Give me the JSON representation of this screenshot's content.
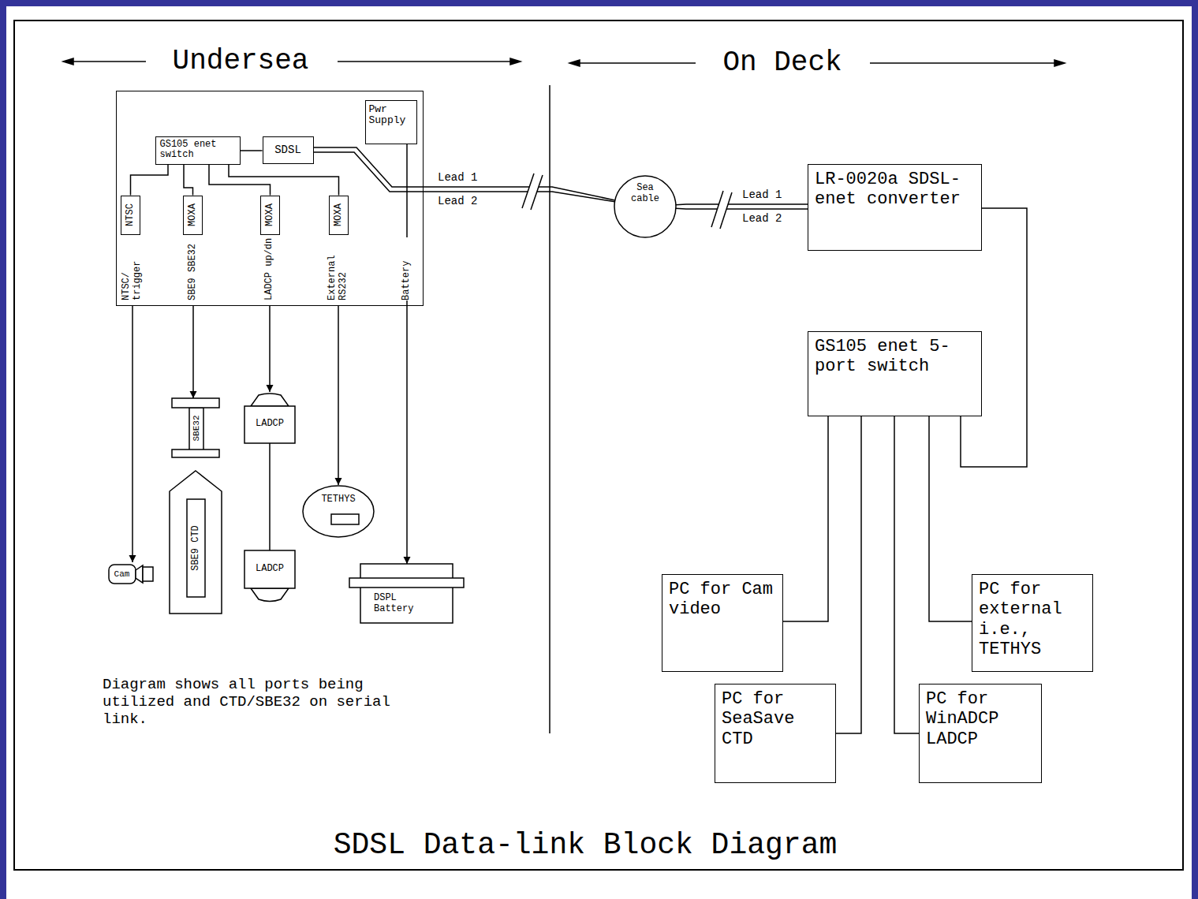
{
  "diagram": {
    "caption": "SDSL Data-link Block Diagram",
    "nodes": [
      {
        "text": [
          "NTSC/ trigger",
          "SBE9 SBE32",
          "LADCP up/dn",
          "External RS232",
          "Battery"
        ]
      },
      {
        "text": [
          "GS105 enet switch"
        ],
        "in": 0
      },
      {
        "text": [
          "SDSL"
        ],
        "in": 0
      },
      {
        "text": [
          "Pwr Supply"
        ],
        "in": 0
      },
      {
        "text": [
          "NTSC"
        ],
        "in": 0
      },
      {
        "text": [
          "MOXA"
        ],
        "in": 0
      },
      {
        "text": [
          "MOXA"
        ],
        "in": 0
      },
      {
        "text": [
          "MOXA"
        ],
        "in": 0
      },
      {
        "text": [
          "SBE32"
        ]
      },
      {
        "text": [
          "SBE9 CTD"
        ]
      },
      {
        "text": [
          "LADCP"
        ]
      },
      {
        "text": [
          "LADCP"
        ]
      },
      {
        "text": [
          "TETHYS"
        ]
      },
      {
        "text": [
          "DSPL Battery"
        ]
      },
      {
        "text": [
          "Cam"
        ]
      },
      {
        "text": [
          "Sea cable"
        ]
      },
      {
        "text": [
          "LR-0020a SDSL-enet converter"
        ]
      },
      {
        "text": [
          "GS105 enet 5-port switch"
        ]
      },
      {
        "text": [
          "PC for Cam video"
        ]
      },
      {
        "text": [
          "PC for SeaSave CTD"
        ]
      },
      {
        "text": [
          "PC for WinADCP LADCP"
        ]
      },
      {
        "text": [
          "PC for external i.e., TETHYS"
        ]
      }
    ],
    "edges": [
      {
        "from": 1,
        "to": 2,
        "arrow": "none"
      },
      {
        "from": 1,
        "to": 4,
        "arrow": "none"
      },
      {
        "from": 1,
        "to": 5,
        "arrow": "none"
      },
      {
        "from": 1,
        "to": 6,
        "arrow": "none"
      },
      {
        "from": 1,
        "to": 7,
        "arrow": "none"
      },
      {
        "from": 2,
        "to": 15,
        "label": "Lead 1",
        "arrow": "none"
      },
      {
        "from": 2,
        "to": 15,
        "label": "Lead 2",
        "arrow": "none"
      },
      {
        "from": 0,
        "to": 14,
        "arrow": "to"
      },
      {
        "from": 0,
        "to": 8,
        "arrow": "to"
      },
      {
        "from": 0,
        "to": 10,
        "arrow": "to"
      },
      {
        "from": 0,
        "to": 12,
        "arrow": "to"
      },
      {
        "from": 3,
        "to": 13,
        "arrow": "to"
      },
      {
        "from": 10,
        "to": 11,
        "arrow": "none"
      },
      {
        "from": 15,
        "to": 16,
        "label": "Lead 1",
        "arrow": "none"
      },
      {
        "from": 15,
        "to": 16,
        "label": "Lead 2",
        "arrow": "none"
      },
      {
        "from": 16,
        "to": 17,
        "arrow": "none"
      },
      {
        "from": 17,
        "to": 18,
        "arrow": "none"
      },
      {
        "from": 17,
        "to": 19,
        "arrow": "none"
      },
      {
        "from": 17,
        "to": 20,
        "arrow": "none"
      },
      {
        "from": 17,
        "to": 21,
        "arrow": "none"
      }
    ],
    "labels": [
      "Undersea",
      "On Deck",
      "Diagram shows all ports being utilized and CTD/SBE32 on serial link."
    ]
  }
}
